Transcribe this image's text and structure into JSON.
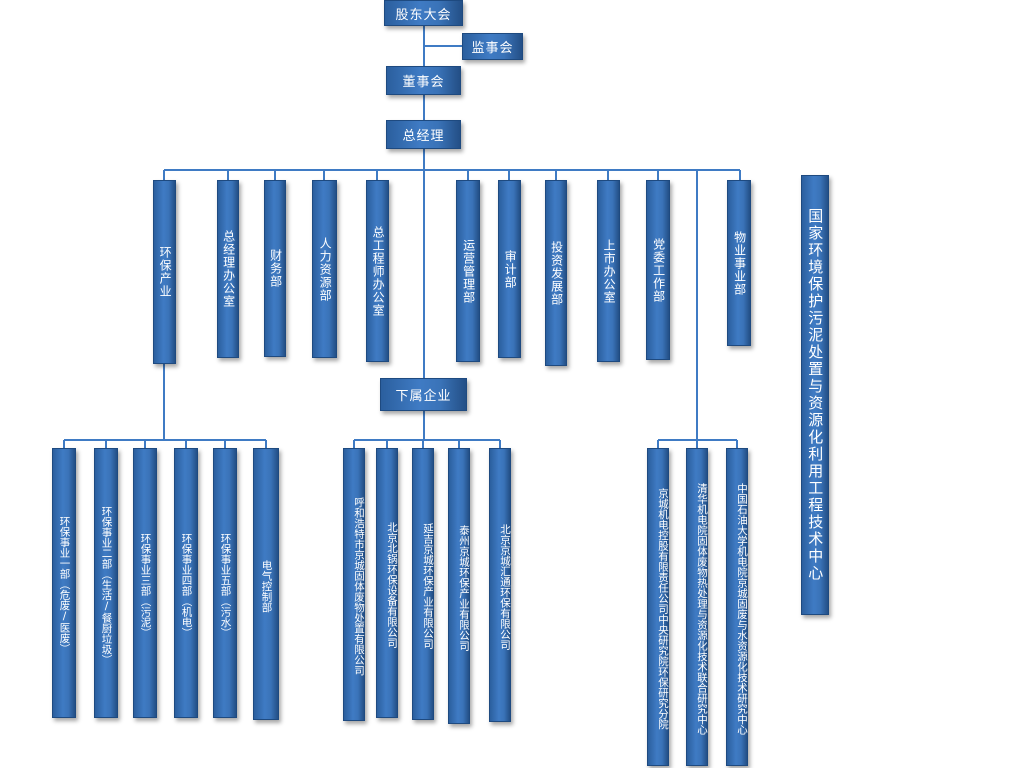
{
  "top": {
    "shareholders": "股东大会",
    "supervisors": "监事会",
    "board": "董事会",
    "gm": "总经理"
  },
  "departments": [
    "环保产业",
    "总经理办公室",
    "财务部",
    "人力资源部",
    "总工程师办公室",
    "运营管理部",
    "审计部",
    "投资发展部",
    "上市办公室",
    "党委工作部",
    "物业事业部"
  ],
  "center": "国家环境保护污泥处置与资源化利用工程技术中心",
  "subsidiaries_label": "下属企业",
  "env_divisions": [
    "环保事业一部（危废/医废）",
    "环保事业二部（生活/餐厨垃圾）",
    "环保事业三部（污泥）",
    "环保事业四部（机电）",
    "环保事业五部（污水）",
    "电气控制部"
  ],
  "subsidiaries": [
    "呼和浩特市京城固体废物处置有限公司",
    "北京北锅环保设备有限公司",
    "延吉京城环保产业有限公司",
    "泰州京城环保产业有限公司",
    "北京京城汇通环保有限公司"
  ],
  "research": [
    "京城机电控股有限责任公司中央研究院环保研究分院",
    "清华机电院固体废物热处理与资源化技术联合研究中心",
    "中国石油大学机电院京城固废与水资源化技术研究中心"
  ]
}
